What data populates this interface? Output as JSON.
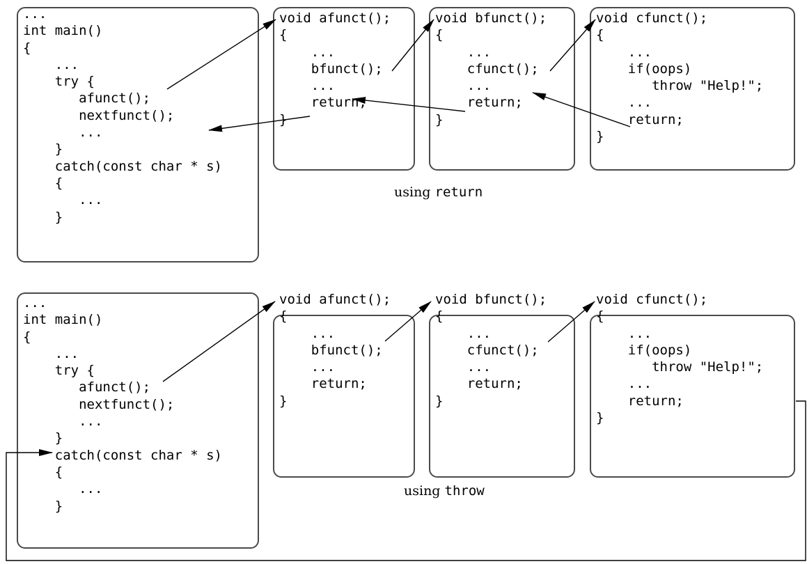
{
  "return_section": {
    "main_code": [
      "...",
      "int main()",
      "{",
      "    ...",
      "    try {",
      "       afunct();",
      "       nextfunct();",
      "       ...",
      "    }",
      "    catch(const char * s)",
      "    {",
      "       ...",
      "    }"
    ],
    "afunct_code": [
      "void afunct();",
      "{",
      "    ...",
      "    bfunct();",
      "    ...",
      "    return;",
      "}"
    ],
    "bfunct_code": [
      "void bfunct();",
      "{",
      "    ...",
      "    cfunct();",
      "    ...",
      "    return;",
      "}"
    ],
    "cfunct_code": [
      "void cfunct();",
      "{",
      "    ...",
      "    if(oops)",
      "       throw \"Help!\";",
      "    ...",
      "    return;",
      "}"
    ],
    "caption_prefix": "using ",
    "caption_keyword": "return"
  },
  "throw_section": {
    "main_code": [
      "...",
      "int main()",
      "{",
      "    ...",
      "    try {",
      "       afunct();",
      "       nextfunct();",
      "       ...",
      "    }",
      "    catch(const char * s)",
      "    {",
      "       ...",
      "    }"
    ],
    "afunct_code": [
      "void afunct();",
      "{",
      "    ...",
      "    bfunct();",
      "    ...",
      "    return;",
      "}"
    ],
    "bfunct_code": [
      "void bfunct();",
      "{",
      "    ...",
      "    cfunct();",
      "    ...",
      "    return;",
      "}"
    ],
    "cfunct_code": [
      "void cfunct();",
      "{",
      "    ...",
      "    if(oops)",
      "       throw \"Help!\";",
      "    ...",
      "    return;",
      "}"
    ],
    "caption_prefix": "using ",
    "caption_keyword": "throw"
  },
  "colors": {
    "border": "#4a4a4a",
    "arrow": "#000000"
  }
}
